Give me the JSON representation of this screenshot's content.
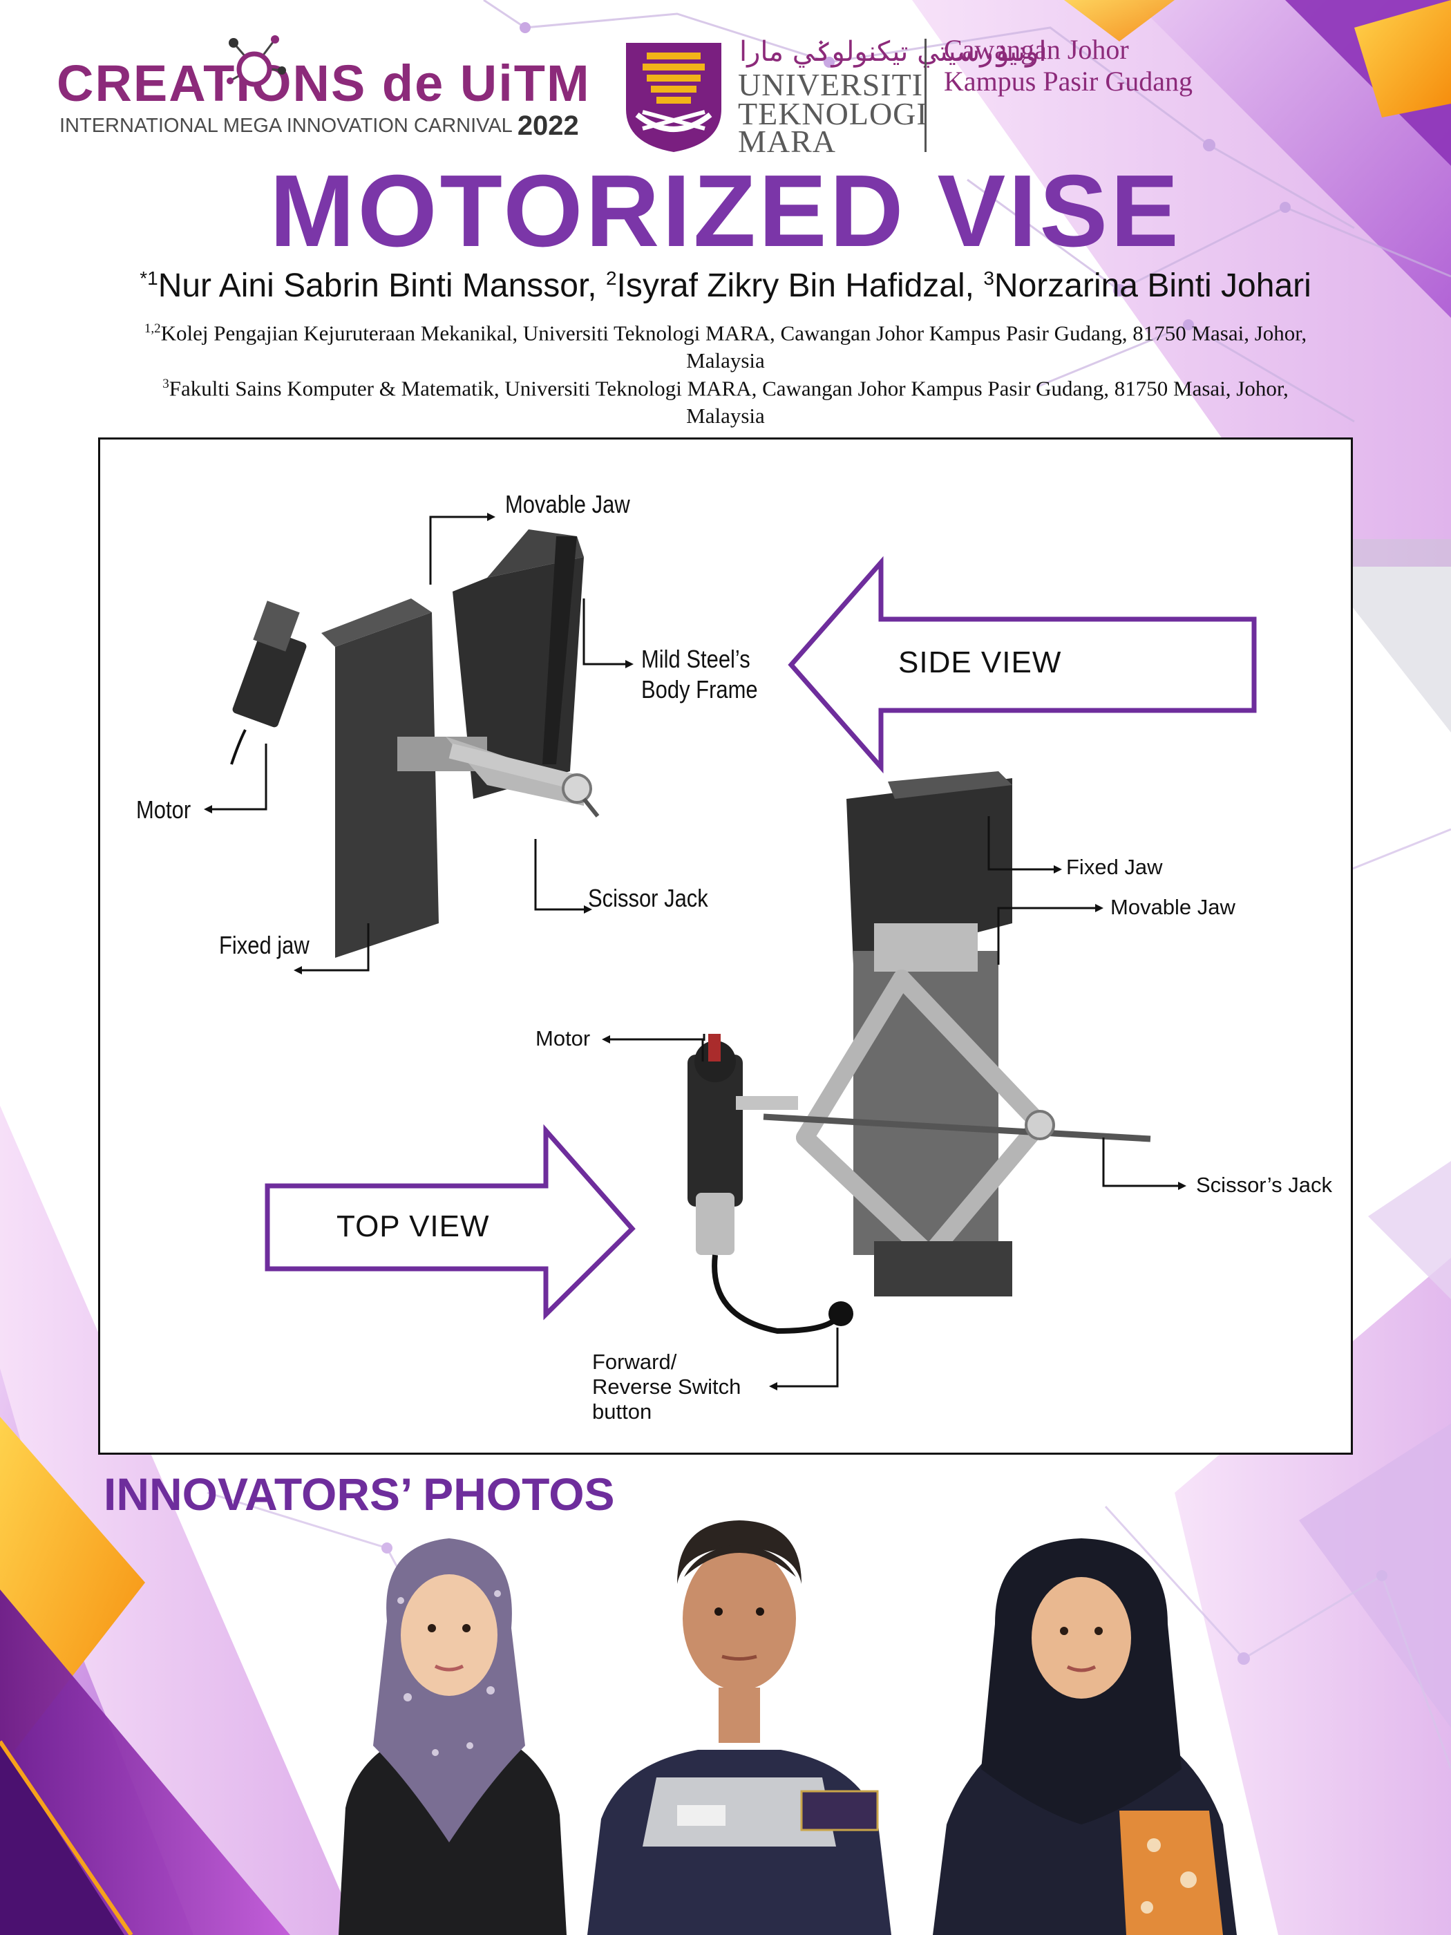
{
  "brand": {
    "title_main": "CREATIONS",
    "title_de": "de UiTM",
    "subtitle": "INTERNATIONAL MEGA INNOVATION CARNIVAL",
    "year": "2022"
  },
  "university": {
    "jawi": "اونيۏرسيتي تيکنولوݢي مارا",
    "lines": [
      "UNIVERSITI",
      "TEKNOLOGI",
      "MARA"
    ],
    "campus_line1": "Cawangan Johor",
    "campus_line2": "Kampus Pasir Gudang"
  },
  "poster": {
    "title": "MOTORIZED VISE",
    "authors": [
      {
        "marker": "*1",
        "name": "Nur Aini Sabrin Binti Manssor, "
      },
      {
        "marker": "2",
        "name": "Isyraf Zikry Bin Hafidzal, "
      },
      {
        "marker": "3",
        "name": "Norzarina Binti Johari"
      }
    ],
    "affiliations": [
      {
        "marker": "1,2",
        "text": "Kolej Pengajian Kejuruteraan Mekanikal, Universiti Teknologi MARA, Cawangan Johor Kampus Pasir Gudang, 81750 Masai, Johor, Malaysia"
      },
      {
        "marker": "3",
        "text": "Fakulti Sains Komputer & Matematik, Universiti Teknologi MARA, Cawangan Johor Kampus Pasir Gudang, 81750 Masai, Johor, Malaysia"
      }
    ]
  },
  "figure": {
    "side_view": {
      "arrow_label": "SIDE VIEW",
      "labels": {
        "movable_jaw": "Movable Jaw",
        "body_frame_1": "Mild Steel’s",
        "body_frame_2": "Body Frame",
        "motor": "Motor",
        "scissor_jack": "Scissor Jack",
        "fixed_jaw": "Fixed jaw"
      }
    },
    "top_view": {
      "arrow_label": "TOP VIEW",
      "labels": {
        "fixed_jaw": "Fixed  Jaw",
        "movable_jaw": "Movable Jaw",
        "motor": "Motor",
        "scissors_jack": "Scissor’s Jack",
        "switch_1": "Forward/",
        "switch_2": "Reverse Switch",
        "switch_3": "button"
      }
    }
  },
  "innovators": {
    "title": "INNOVATORS’ PHOTOS"
  },
  "colors": {
    "purple": "#7b36a8",
    "magenta": "#8c2a7a",
    "orange": "#f7a21b"
  }
}
